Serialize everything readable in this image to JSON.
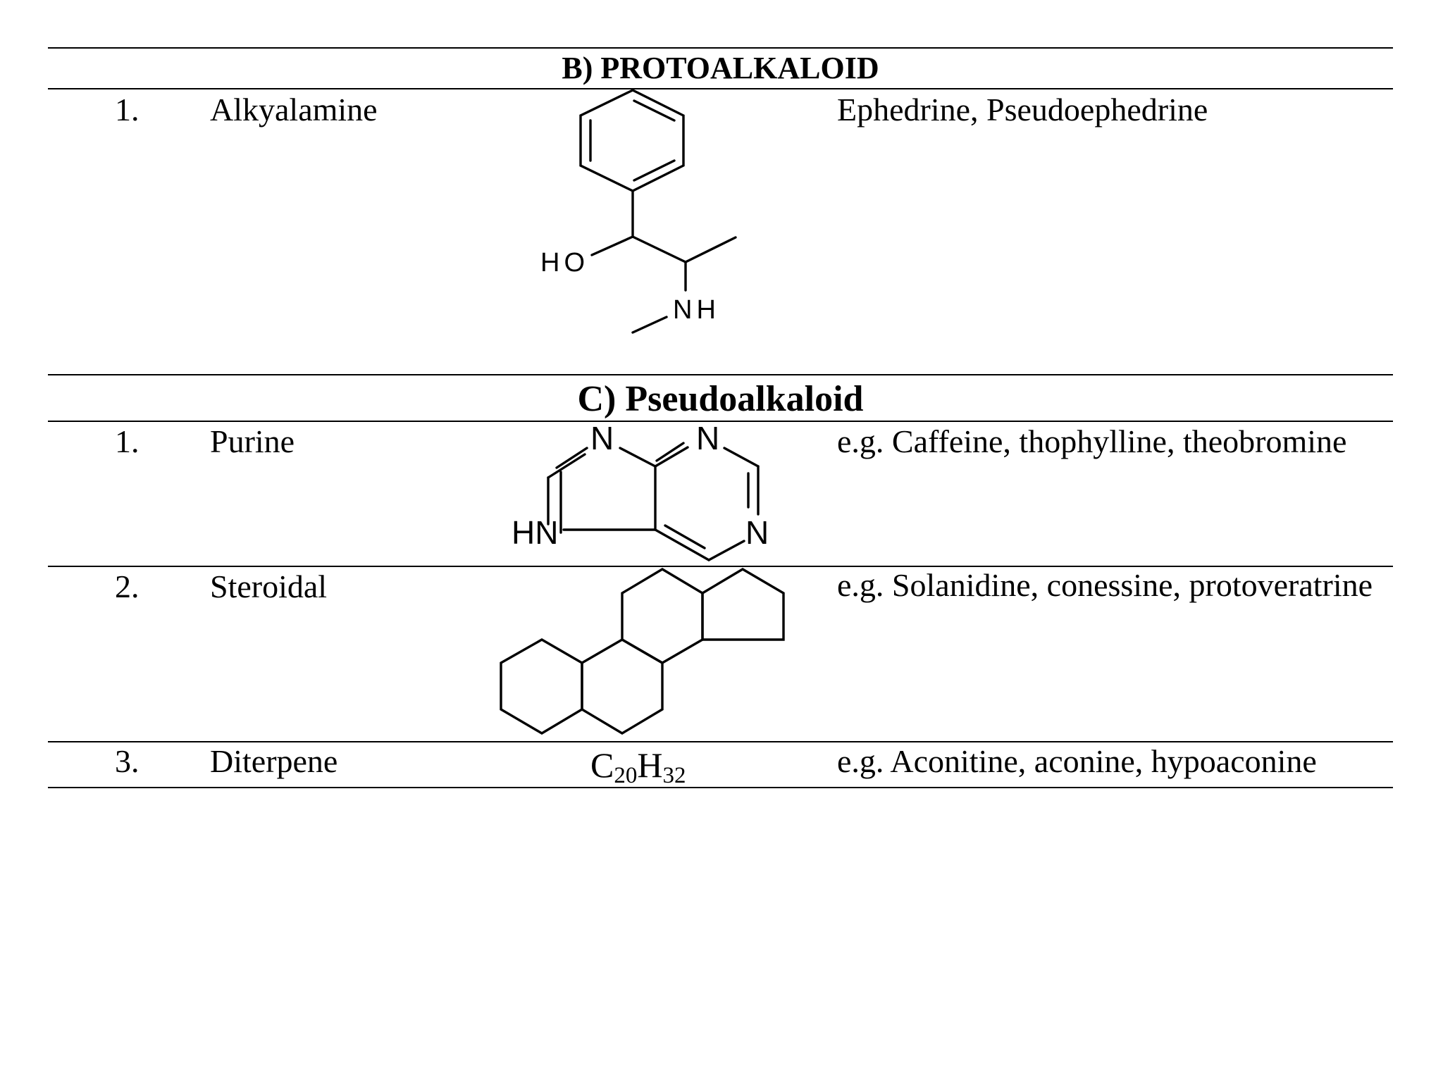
{
  "section_b": {
    "heading": "B) PROTOALKALOID",
    "rows": [
      {
        "num": "1.",
        "type": "Alkyalamine",
        "structure_atoms": {
          "ho": "HO",
          "nh": "NH"
        },
        "examples": "Ephedrine, Pseudoephedrine"
      }
    ]
  },
  "section_c": {
    "heading": "C) Pseudoalkaloid",
    "rows": [
      {
        "num": "1.",
        "type": "Purine",
        "structure_atoms": {
          "n1": "N",
          "n3": "N",
          "n_right": "N",
          "hn": "HN"
        },
        "examples": "e.g. Caffeine, thophylline, theobromine"
      },
      {
        "num": "2.",
        "type": "Steroidal",
        "examples": "e.g. Solanidine, conessine, protoveratrine"
      },
      {
        "num": "3.",
        "type": "Diterpene",
        "formula": {
          "c": "C",
          "c_count": "20",
          "h": "H",
          "h_count": "32"
        },
        "examples": "e.g. Aconitine, aconine, hypoaconine"
      }
    ]
  }
}
